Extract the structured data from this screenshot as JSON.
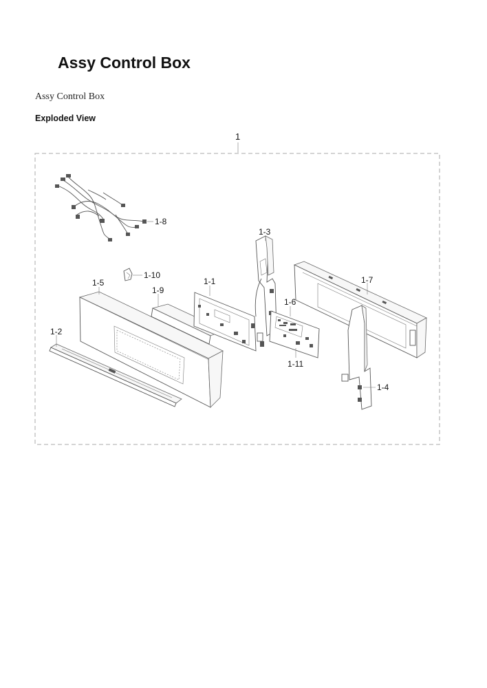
{
  "page_title": "Assy Control Box",
  "subtitle": "Assy Control Box",
  "section_heading": "Exploded View",
  "assembly_label": "1",
  "callouts": [
    {
      "id": "1-1"
    },
    {
      "id": "1-2"
    },
    {
      "id": "1-3"
    },
    {
      "id": "1-4"
    },
    {
      "id": "1-5"
    },
    {
      "id": "1-6"
    },
    {
      "id": "1-7"
    },
    {
      "id": "1-8"
    },
    {
      "id": "1-9"
    },
    {
      "id": "1-10"
    },
    {
      "id": "1-11"
    }
  ]
}
